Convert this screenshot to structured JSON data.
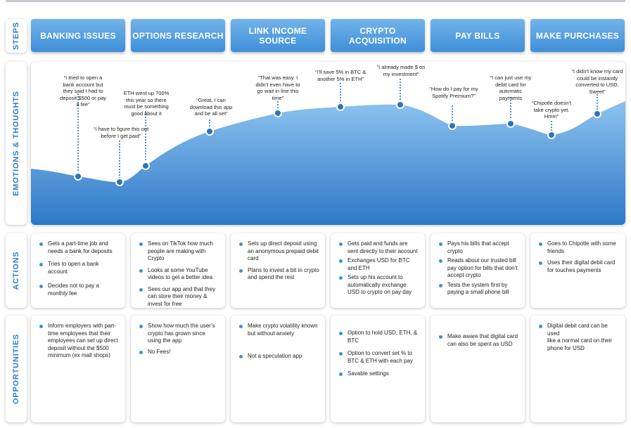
{
  "row_labels": {
    "steps": "STEPS",
    "emotions": "EMOTIONS & THOUGHTS",
    "actions": "ACTIONS",
    "opportunities": "OPPORTUNITIES"
  },
  "steps": [
    "BANKING ISSUES",
    "OPTIONS RESEARCH",
    "LINK INCOME SOURCE",
    "CRYPTO ACQUISITION",
    "PAY BILLS",
    "MAKE PURCHASES"
  ],
  "emotion_quotes": [
    "“I tried to open a bank account but they said I had to deposit $500 or pay a fee”",
    "“I have to figure this out before I get paid”",
    "ETH went up 700% this year so there must be something good about it",
    "“Great, I can download this app and be all set”",
    "“That was easy. I didn’t even have to go wait in line this time”",
    "“I’ll save 5% in BTC & another 5% in ETH”",
    "“I already made $ on my investment”",
    "“How do I pay for my Spotify Premium?”",
    "“I can just use my debit card for automatic payments",
    "“Chipotle doesn’t take crypto yet. Hmm”",
    "“I didn’t know my card could be instantly converted to USD. Sweet”"
  ],
  "actions": [
    [
      "Gets a part-time job and needs a bank for deposits",
      "Tries to open a bank account",
      "Decides not to pay a monthly fee"
    ],
    [
      "Sees on TikTok how much people are making with Crypto",
      "Looks at some YouTube videos to get a better idea",
      "Sees our app and that they can store their money & invest for free"
    ],
    [
      "Sets up direct deposit using an anonymous prepaid debit card",
      "Plans to invest a bit in crypto and spend the rest"
    ],
    [
      "Gets paid and funds are sent directly to their account",
      "Exchanges USD for BTC and ETH",
      "Sets up his account to automatically exchange USD to crypto on pay day"
    ],
    [
      "Pays his bills that accept crypto",
      "Reads about our trusted bill pay option for bills that don’t accept crypto",
      "Tests the system first by paying a small phone bill"
    ],
    [
      "Goes to Chipotle with some friends",
      "Uses their digital debit card\nfor touches payments"
    ]
  ],
  "opportunities": [
    [
      "Inform employers with part-time employees that their employees can set up direct deposit without the $500 minimum (ex mall shops)"
    ],
    [
      "Show how much the user’s crypto has grown since using the app",
      "No Fees!"
    ],
    [
      "Make crypto volatility known but without anxiety",
      "Not a speculation app"
    ],
    [
      "Option to hold USD, ETH, & BTC",
      "Option to convert set % to BTC & ETH with each pay",
      "Savable settings"
    ],
    [
      "Make aware that digital card can also be spent as USD"
    ],
    [
      "Digital debit card can be used\nlike a normal card on their phone for USD"
    ]
  ],
  "colors": {
    "accent": "#3f8fd8",
    "label_text": "#2f7fc8",
    "curve_fill_top": "#8cc2ee",
    "curve_fill_bottom": "#2d78c8",
    "dot": "#2e74c0"
  }
}
